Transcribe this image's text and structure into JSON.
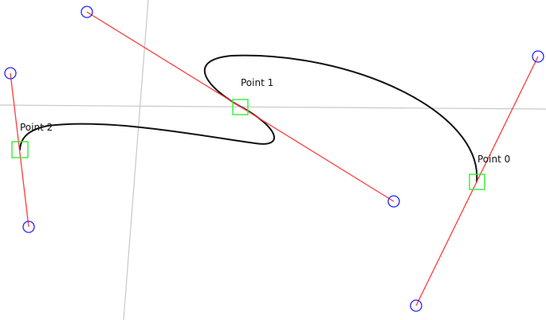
{
  "colors": {
    "tangent_line": "#ff3b3b",
    "handle": "#2222ff",
    "anchor": "#33ee33",
    "curve": "#111111",
    "axis": "#c8c8c8"
  },
  "icons": {
    "handle": "circle-handle-icon",
    "anchor": "square-anchor-icon"
  },
  "points": [
    {
      "label": "Point 0"
    },
    {
      "label": "Point 1"
    },
    {
      "label": "Point 2"
    }
  ]
}
